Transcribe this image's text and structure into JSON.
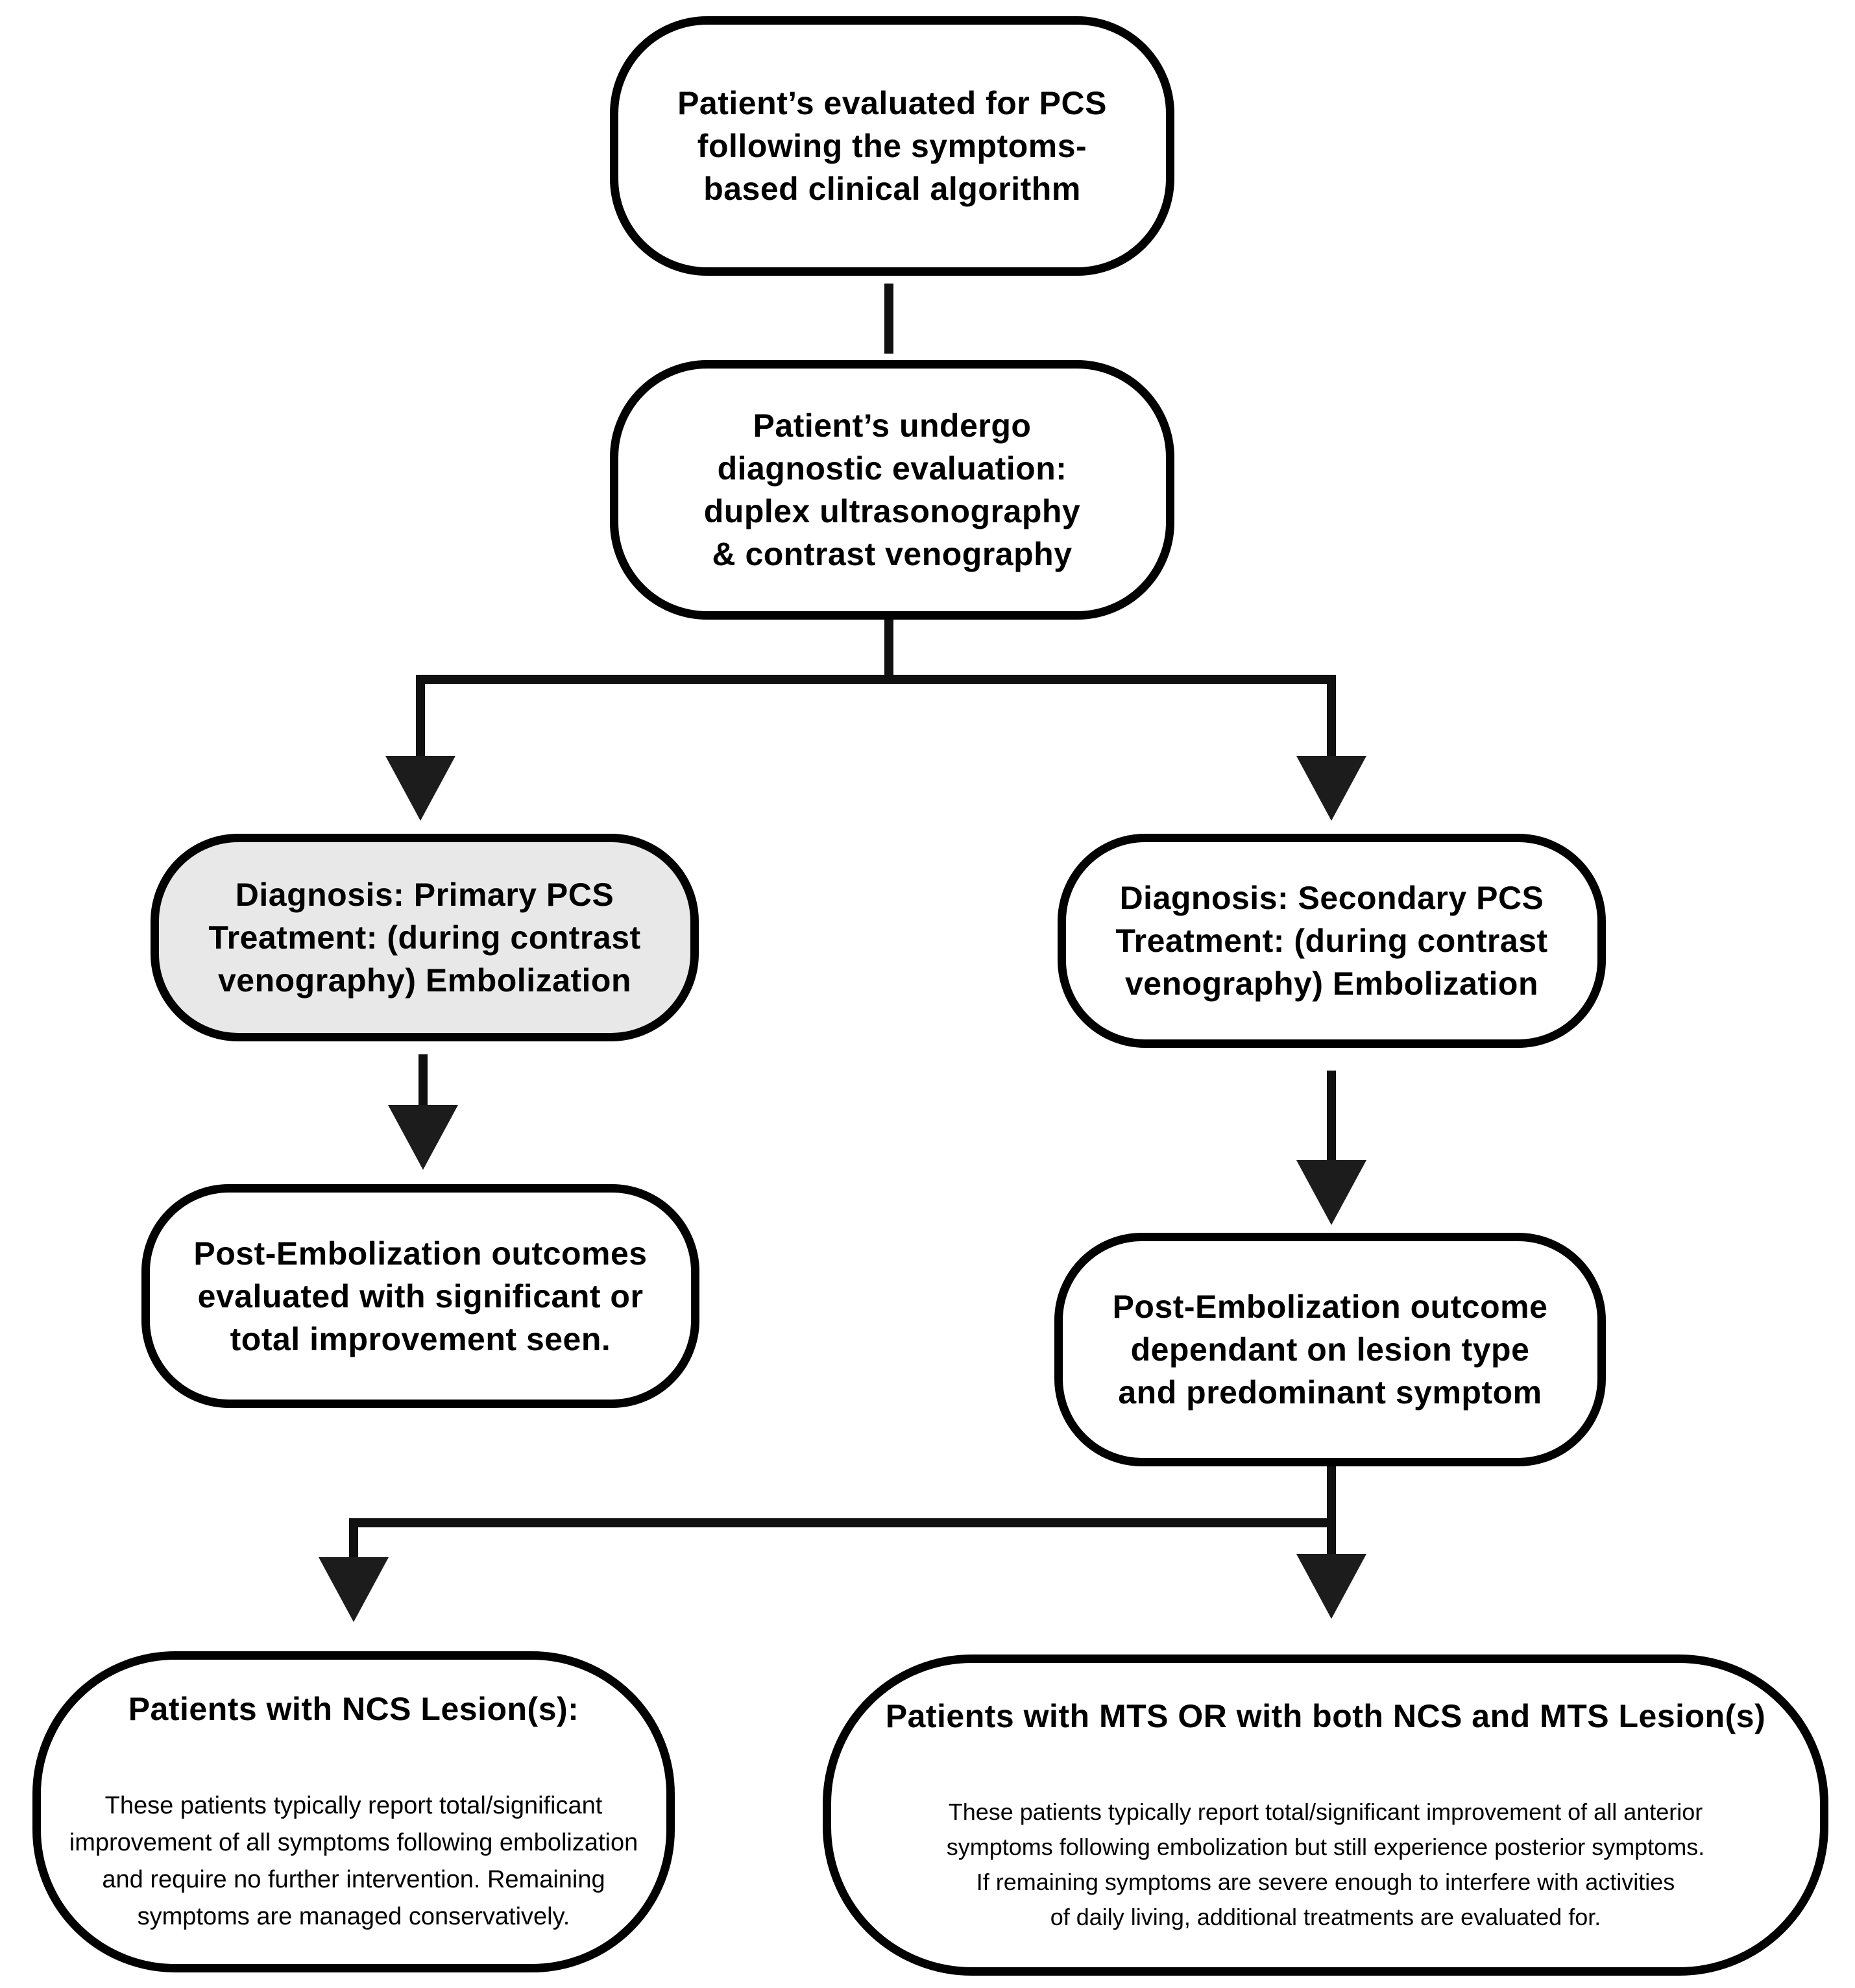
{
  "flowchart": {
    "nodes": {
      "evaluated": {
        "text": [
          "Patient’s evaluated for PCS",
          "following the symptoms-",
          "based clinical algorithm"
        ]
      },
      "diagnostic": {
        "text": [
          "Patient’s undergo",
          "diagnostic evaluation:",
          "duplex ultrasonography",
          "& contrast venography"
        ]
      },
      "primary": {
        "text": [
          "Diagnosis: Primary PCS",
          "Treatment: (during contrast",
          "venography) Embolization"
        ],
        "highlighted": true
      },
      "secondary": {
        "text": [
          "Diagnosis: Secondary PCS",
          "Treatment: (during contrast",
          "venography) Embolization"
        ],
        "highlighted": false
      },
      "post_primary": {
        "text": [
          "Post-Embolization outcomes",
          "evaluated with significant or",
          "total improvement seen."
        ]
      },
      "post_secondary": {
        "text": [
          "Post-Embolization outcome",
          "dependant on lesion type",
          "and predominant symptom"
        ]
      },
      "ncs": {
        "title": "Patients with NCS Lesion(s):",
        "body": [
          "These patients typically report total/significant",
          "improvement of all symptoms following embolization",
          "and require no further intervention. Remaining",
          "symptoms are managed conservatively."
        ]
      },
      "mts": {
        "title": "Patients with MTS OR with both NCS and MTS Lesion(s)",
        "body": [
          "These patients typically report total/significant improvement of all anterior",
          "symptoms following embolization but still experience posterior symptoms.",
          "If remaining symptoms are severe enough to interfere with activities",
          "of daily living, additional treatments are evaluated for."
        ]
      }
    },
    "colors": {
      "background": "#ffffff",
      "node_fill": "#ffffff",
      "highlight_fill": "#e8e8e8",
      "border": "#000000",
      "connector": "#101010",
      "arrowhead": "#1c1c1c",
      "text": "#000000"
    }
  }
}
